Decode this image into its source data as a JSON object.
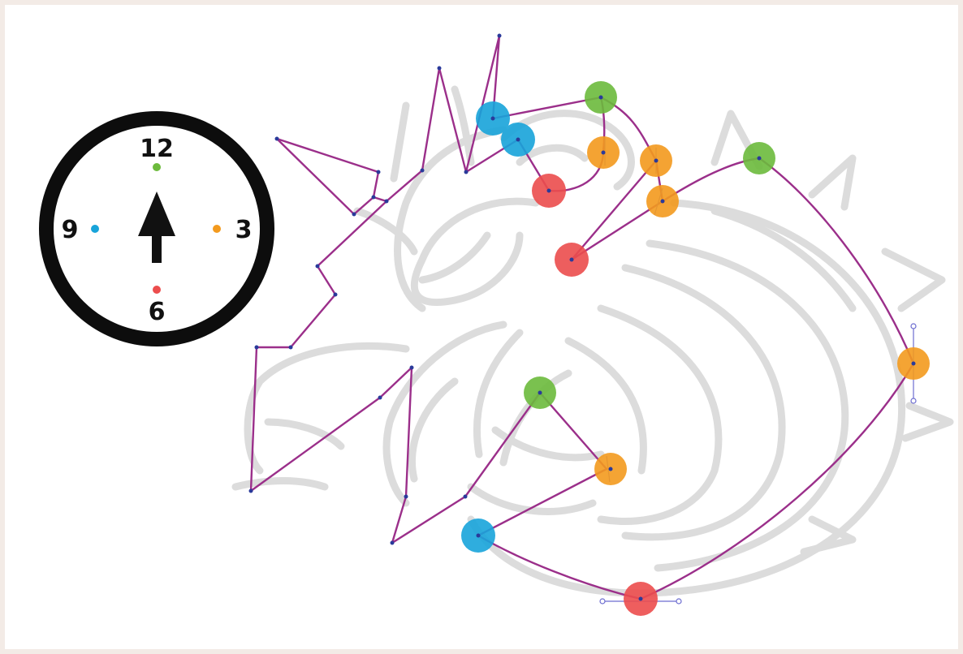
{
  "colors": {
    "background": "#f3ebe6",
    "canvas": "#ffffff",
    "sketch": "#dcdcdc",
    "path": "#9b2f8a",
    "anchor": "#2a3a9a",
    "twelve": "#6cba3c",
    "three": "#f39a1e",
    "six": "#ec4d4d",
    "nine": "#18a4da",
    "clock_ring": "#0d0d0d"
  },
  "clock": {
    "n12": "12",
    "n3": "3",
    "n6": "6",
    "n9": "9",
    "pointer_icon": "arrow-up-icon"
  },
  "nodes": [
    {
      "id": "g1",
      "kind": "twelve"
    },
    {
      "id": "b1",
      "kind": "nine"
    },
    {
      "id": "b2",
      "kind": "nine"
    },
    {
      "id": "o1",
      "kind": "three"
    },
    {
      "id": "r1",
      "kind": "six"
    },
    {
      "id": "o2",
      "kind": "three"
    },
    {
      "id": "o3",
      "kind": "three"
    },
    {
      "id": "g2",
      "kind": "twelve"
    },
    {
      "id": "r2",
      "kind": "six"
    },
    {
      "id": "o4",
      "kind": "three"
    },
    {
      "id": "g3",
      "kind": "twelve"
    },
    {
      "id": "o5",
      "kind": "three"
    },
    {
      "id": "b3",
      "kind": "nine"
    },
    {
      "id": "r3",
      "kind": "six"
    }
  ]
}
